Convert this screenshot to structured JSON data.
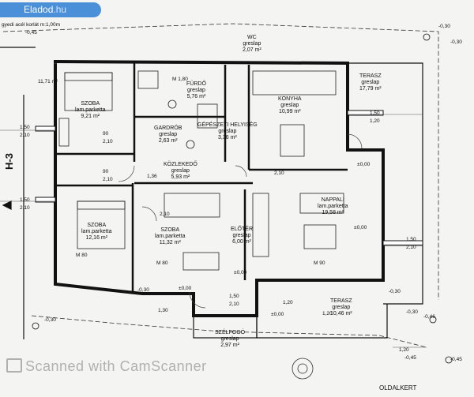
{
  "badge": {
    "brand": "Eladod",
    "tld": ".hu"
  },
  "scale_note": "gyedi acél korlát m:1,00m",
  "section_marker": "H-3",
  "side_garden": "OLDALKERT",
  "watermark": "Scanned with CamScanner",
  "rooms": [
    {
      "id": "szoba1",
      "name": "SZOBA",
      "floor": "lam.parketta",
      "area": "9,21 m²"
    },
    {
      "id": "furdo",
      "name": "FÜRDŐ",
      "floor": "greslap",
      "area": "5,76 m²"
    },
    {
      "id": "wc",
      "name": "WC",
      "floor": "greslap",
      "area": "2,07 m²"
    },
    {
      "id": "terasz1",
      "name": "TERASZ",
      "floor": "greslap",
      "area": "17,79 m²"
    },
    {
      "id": "konyha",
      "name": "KONYHA",
      "floor": "greslap",
      "area": "10,99 m²"
    },
    {
      "id": "gardrob",
      "name": "GARDRÓB",
      "floor": "greslap",
      "area": "2,63 m²"
    },
    {
      "id": "gepeszeti",
      "name": "GÉPÉSZETI HELYISÉG",
      "floor": "greslap",
      "area": "3,36 m²"
    },
    {
      "id": "kozlekedo",
      "name": "KÖZLEKEDŐ",
      "floor": "greslap",
      "area": "5,93 m²"
    },
    {
      "id": "szoba2",
      "name": "SZOBA",
      "floor": "lam.parketta",
      "area": "12,16 m²"
    },
    {
      "id": "szoba3",
      "name": "SZOBA",
      "floor": "lam.parketta",
      "area": "11,32 m²"
    },
    {
      "id": "eloter",
      "name": "ELŐTÉR",
      "floor": "greslap",
      "area": "6,00 m²"
    },
    {
      "id": "nappali",
      "name": "NAPPALI",
      "floor": "lam.parketta",
      "area": "19,58 m²"
    },
    {
      "id": "terasz2",
      "name": "TERASZ",
      "floor": "greslap",
      "area": "10,46 m²"
    },
    {
      "id": "szelfogo",
      "name": "SZÉLFOGÓ",
      "floor": "greslap",
      "area": "2,97 m²"
    }
  ],
  "dimensions": {
    "d1": "-0,45",
    "d2": "-0,30",
    "d3": "-0,30",
    "d4": "-0,45",
    "d5": "11,71 m²",
    "d6": "1,50",
    "d7": "2,10",
    "d8": "1,50",
    "d9": "1,20",
    "d10": "90",
    "d11": "2,10",
    "d12": "90",
    "d13": "2,10",
    "d14": "1,50",
    "d15": "2,10",
    "d16": "1,50",
    "d17": "2,10",
    "d18": "±0,00",
    "d19": "±0,00",
    "d20": "±0,00",
    "d21": "±0,00",
    "d22": "-0,30",
    "d23": "-0,30",
    "d24": "-0,30",
    "d25": "-0,30",
    "d26": "-0,46",
    "d27": "-0,45",
    "d28": "1,20",
    "d29": "1,20",
    "d30": "1,50",
    "d31": "2,10",
    "d32": "M 80",
    "d33": "M 80",
    "d34": "M 1,80",
    "d35": "2,10",
    "d36": "1,36",
    "d37": "2,10",
    "d38": "M 90",
    "d39": "±0,00",
    "d40": "1,30",
    "d41": "1,20"
  }
}
